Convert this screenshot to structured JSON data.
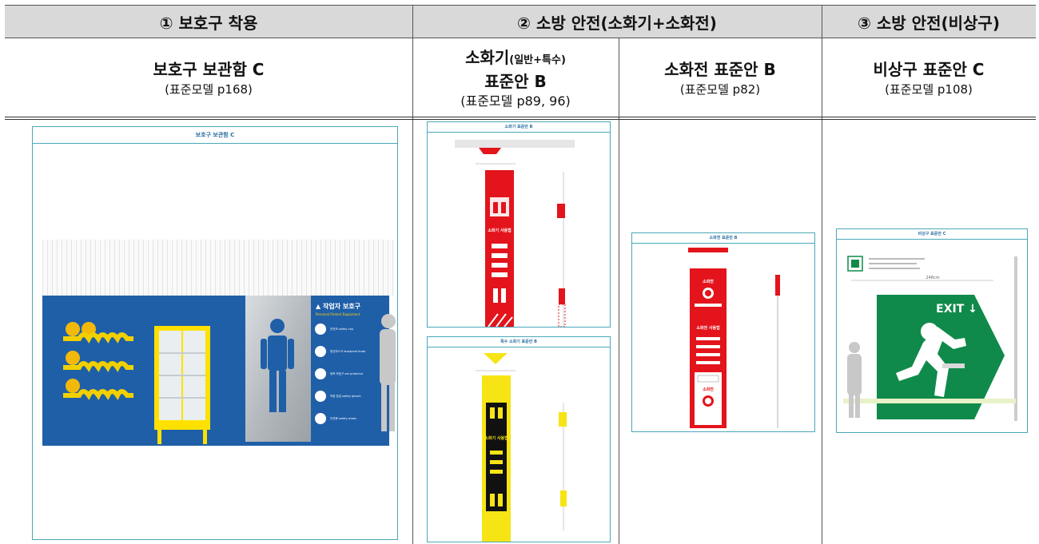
{
  "headers": {
    "col1": "① 보호구 착용",
    "col2": "② 소방 안전(소화기+소화전)",
    "col3": "③ 소방 안전(비상구)"
  },
  "subheaders": {
    "protective": {
      "title": "보호구 보관함 C",
      "ref": "(표준모델 p168)"
    },
    "extinguisher": {
      "title_a": "소화기",
      "title_a_small": "(일반+특수)",
      "title_b": "표준안 B",
      "ref": "(표준모델 p89, 96)"
    },
    "hydrant": {
      "title": "소화전 표준안 B",
      "ref": "(표준모델 p82)"
    },
    "exit": {
      "title": "비상구 표준안 C",
      "ref": "(표준모델 p108)"
    }
  },
  "images": {
    "protective": {
      "frame_title": "보호구 보관함 C",
      "panel_title": "작업자 보호구",
      "panel_subtitle": "Personal Protect Equipment",
      "items": [
        "안전모 safety cap",
        "방진마스크 dustproof mask",
        "청력 보호구 ear protector",
        "작업 장갑 safety gloves",
        "안전화 safety shoes"
      ]
    },
    "extinguisher_general": {
      "frame_title": "소화기 표준안 B",
      "label": "소화기 사용법"
    },
    "extinguisher_special": {
      "frame_title": "특수 소화기 표준안 B",
      "label": "소화기 사용법"
    },
    "hydrant": {
      "frame_title": "소화전 표준안 B",
      "label_top": "소화전",
      "label_mid": "소화전 사용법",
      "label_box": "소화전"
    },
    "exit": {
      "frame_title": "비상구 표준안 C",
      "sign": "EXIT ↓",
      "dim": "248cm"
    }
  },
  "colors": {
    "header_bg": "#d9d9d9",
    "frame": "#4aa8b8",
    "blue_wall": "#1f5fa8",
    "red": "#e3141b",
    "yellow": "#f7e415",
    "green": "#0f8a4a"
  }
}
